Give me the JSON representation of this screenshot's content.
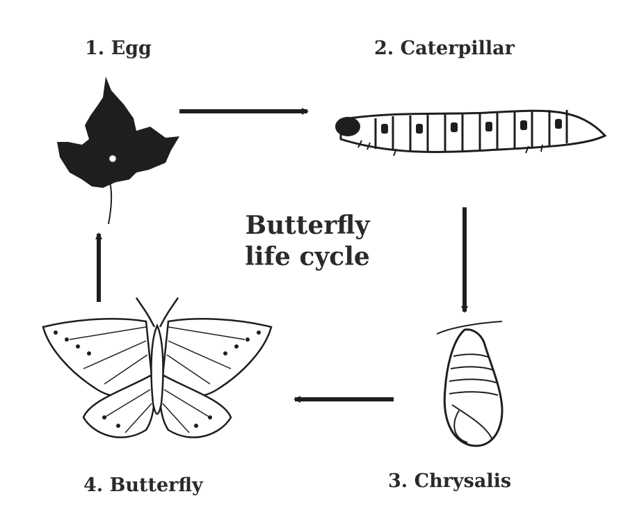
{
  "diagram": {
    "title_lines": [
      "Butterfly",
      "life cycle"
    ],
    "stages": [
      {
        "label": "1. Egg",
        "icon": "maple-leaf-with-egg"
      },
      {
        "label": "2. Caterpillar",
        "icon": "caterpillar"
      },
      {
        "label": "3. Chrysalis",
        "icon": "chrysalis"
      },
      {
        "label": "4. Butterfly",
        "icon": "butterfly"
      }
    ],
    "flow": [
      "1. Egg",
      "2. Caterpillar",
      "3. Chrysalis",
      "4. Butterfly",
      "1. Egg"
    ],
    "colors": {
      "ink": "#1e1e1e",
      "background": "#ffffff"
    }
  }
}
